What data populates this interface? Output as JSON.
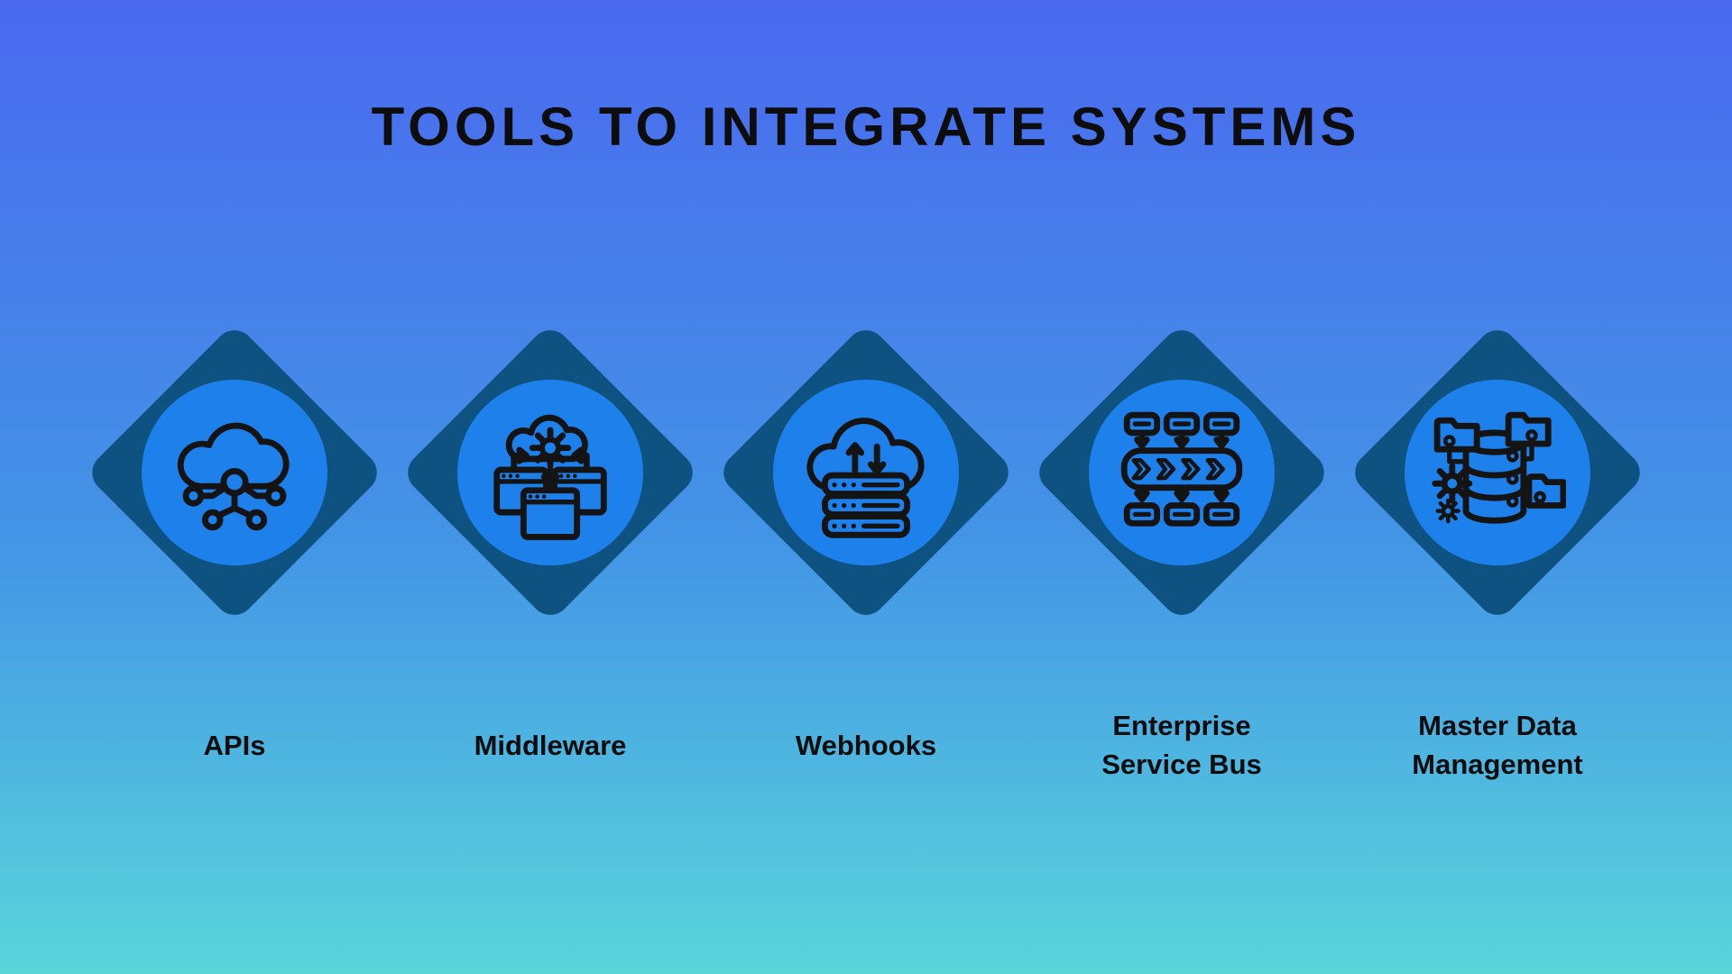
{
  "title": "TOOLS TO INTEGRATE SYSTEMS",
  "colors": {
    "background_top": "#4a69ef",
    "background_middle": "#4394e6",
    "background_bottom": "#59d5da",
    "diamond": "#0d5280",
    "icon_circle": "#1e80ea",
    "icon_stroke": "#141414",
    "text": "#0d0d0d"
  },
  "items": [
    {
      "label": "APIs",
      "icon": "cloud-api-network-icon"
    },
    {
      "label": "Middleware",
      "icon": "cloud-gear-windows-icon"
    },
    {
      "label": "Webhooks",
      "icon": "cloud-arrows-server-icon"
    },
    {
      "label": "Enterprise Service Bus",
      "icon": "message-bus-chevrons-icon"
    },
    {
      "label": "Master Data Management",
      "icon": "database-folders-gears-icon"
    }
  ]
}
